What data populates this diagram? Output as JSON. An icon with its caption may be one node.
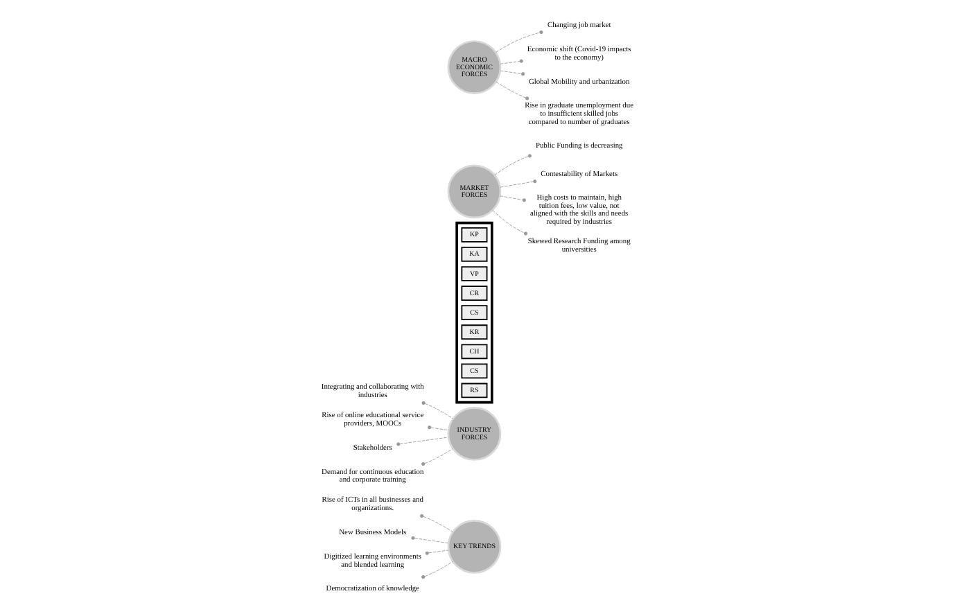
{
  "diagram": {
    "nodes": [
      {
        "text": [
          "KEY TRENDS"
        ]
      },
      {
        "text": [
          "Rise of ICTs in all businesses and organizations."
        ]
      },
      {
        "text": [
          "New Business Models"
        ]
      },
      {
        "text": [
          "Digitized learning environments and blended learning"
        ]
      },
      {
        "text": [
          "Democratization of knowledge"
        ]
      },
      {
        "text": [
          "INDUSTRY FORCES"
        ]
      },
      {
        "text": [
          "Integrating and collaborating with industries"
        ]
      },
      {
        "text": [
          "Rise of online educational service providers, MOOCs"
        ]
      },
      {
        "text": [
          "Stakeholders"
        ]
      },
      {
        "text": [
          "Demand for continuous education and corporate training"
        ]
      },
      {
        "text": [],
        "shape": "box"
      },
      {
        "text": [
          "KP"
        ],
        "in": 10
      },
      {
        "text": [
          "KA"
        ],
        "in": 10
      },
      {
        "text": [
          "VP"
        ],
        "in": 10
      },
      {
        "text": [
          "CR"
        ],
        "in": 10
      },
      {
        "text": [
          "CS"
        ],
        "in": 10
      },
      {
        "text": [
          "KR"
        ],
        "in": 10
      },
      {
        "text": [
          "CH"
        ],
        "in": 10
      },
      {
        "text": [
          "CS"
        ],
        "in": 10
      },
      {
        "text": [
          "RS"
        ],
        "in": 10
      },
      {
        "text": [
          "MARKET FORCES"
        ]
      },
      {
        "text": [
          "Public Funding is decreasing"
        ]
      },
      {
        "text": [
          "Contestability of Markets"
        ]
      },
      {
        "text": [
          "High costs to maintain, high tuition fees, low value, not aligned with the skills and needs required by industries"
        ]
      },
      {
        "text": [
          "Skewed Research Funding among universities"
        ]
      },
      {
        "text": [
          "MACRO ECONOMIC FORCES"
        ]
      },
      {
        "text": [
          "Changing job market"
        ]
      },
      {
        "text": [
          "Economic shift (Covid-19 impacts to the economy)"
        ]
      },
      {
        "text": [
          "Global Mobility and urbanization"
        ]
      },
      {
        "text": [
          "Rise in graduate unemployment due to insufficient skilled jobs compared to number of graduates"
        ]
      }
    ],
    "edges": [
      {
        "from": 0,
        "to": 1,
        "arrow": "other",
        "style": "dashed"
      },
      {
        "from": 0,
        "to": 2,
        "arrow": "other",
        "style": "dashed"
      },
      {
        "from": 0,
        "to": 3,
        "arrow": "other",
        "style": "dashed"
      },
      {
        "from": 0,
        "to": 4,
        "arrow": "other",
        "style": "dashed"
      },
      {
        "from": 5,
        "to": 6,
        "arrow": "other",
        "style": "dashed"
      },
      {
        "from": 5,
        "to": 7,
        "arrow": "other",
        "style": "dashed"
      },
      {
        "from": 5,
        "to": 8,
        "arrow": "other",
        "style": "dashed"
      },
      {
        "from": 5,
        "to": 9,
        "arrow": "other",
        "style": "dashed"
      },
      {
        "from": 20,
        "to": 21,
        "arrow": "other",
        "style": "dashed"
      },
      {
        "from": 20,
        "to": 22,
        "arrow": "other",
        "style": "dashed"
      },
      {
        "from": 20,
        "to": 23,
        "arrow": "other",
        "style": "dashed"
      },
      {
        "from": 20,
        "to": 24,
        "arrow": "other",
        "style": "dashed"
      },
      {
        "from": 25,
        "to": 26,
        "arrow": "other",
        "style": "dashed"
      },
      {
        "from": 25,
        "to": 27,
        "arrow": "other",
        "style": "dashed"
      },
      {
        "from": 25,
        "to": 28,
        "arrow": "other",
        "style": "dashed"
      },
      {
        "from": 25,
        "to": 29,
        "arrow": "other",
        "style": "dashed"
      }
    ]
  }
}
